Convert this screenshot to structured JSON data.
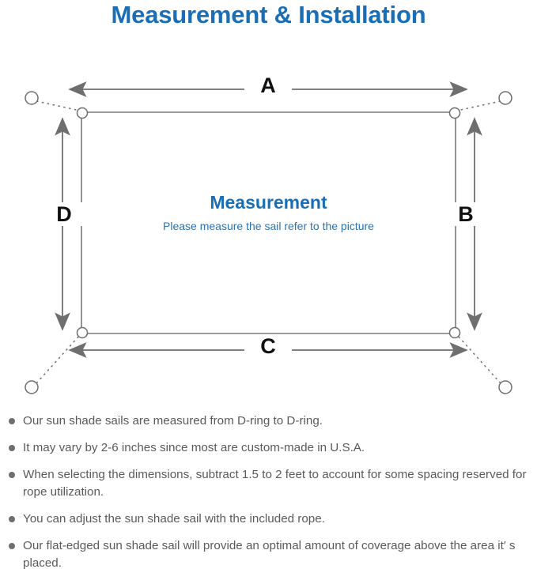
{
  "header": {
    "title": "Measurement & Installation",
    "title_color": "#1a6eb5"
  },
  "diagram": {
    "center_title": "Measurement",
    "center_subtitle": "Please measure the sail refer to the picture",
    "center_title_color": "#1a6eb5",
    "center_subtitle_color": "#2d72ad",
    "line_color": "#6e6e6e",
    "dimension_labels": {
      "top": "A",
      "right": "B",
      "bottom": "C",
      "left": "D"
    },
    "corner_rings": [
      "top-left-anchor-ring",
      "top-right-anchor-ring",
      "bottom-left-anchor-ring",
      "bottom-right-anchor-ring"
    ],
    "d_rings": [
      "top-left-d-ring",
      "top-right-d-ring",
      "bottom-left-d-ring",
      "bottom-right-d-ring"
    ]
  },
  "notes": {
    "items": [
      "Our sun shade sails are measured from D-ring to D-ring.",
      "It may vary by 2-6 inches since most are custom-made in U.S.A.",
      "When selecting the dimensions, subtract 1.5 to 2 feet to account for some spacing reserved for rope utilization.",
      "You can adjust the sun shade sail with the included rope.",
      "Our flat-edged sun shade sail will provide an optimal amount of coverage above the area it′ s placed."
    ]
  }
}
